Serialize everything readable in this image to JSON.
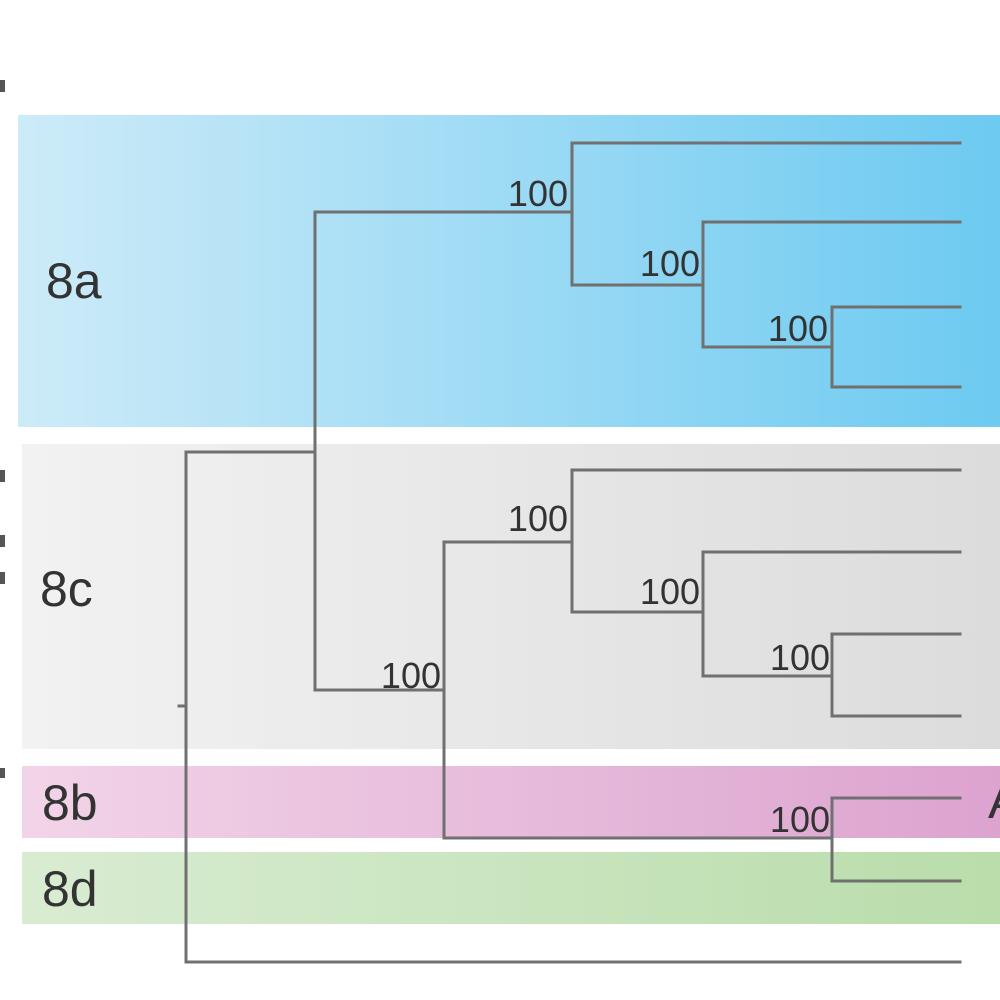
{
  "clades": [
    {
      "id": "8a",
      "label": "8a",
      "color_start": "#cdebf8",
      "color_end": "#6dcaf1"
    },
    {
      "id": "8c",
      "label": "8c",
      "color_start": "#f2f2f2",
      "color_end": "#dcdcdc"
    },
    {
      "id": "8b",
      "label": "8b",
      "color_start": "#f2d4e8",
      "color_end": "#dca3cf"
    },
    {
      "id": "8d",
      "label": "8d",
      "color_start": "#d9ecd2",
      "color_end": "#b9ddab"
    }
  ],
  "support_values": {
    "n1": "100",
    "n2": "100",
    "n3": "100",
    "n4": "100",
    "n5": "100",
    "n6": "100",
    "n7": "100",
    "n8": "100"
  },
  "cut_off_text": "A",
  "colors": {
    "branch": "#707070",
    "text": "#333333"
  }
}
